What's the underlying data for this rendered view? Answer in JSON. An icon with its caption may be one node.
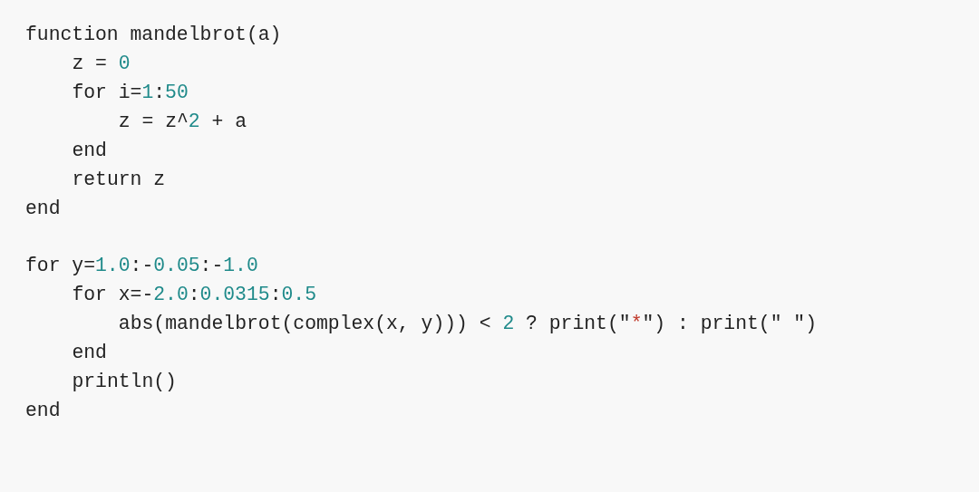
{
  "diagram": {
    "labels": [
      "function mandelbrot(a)",
      "z = 0",
      "for i=1:50",
      "z = z^2 + a",
      "end",
      "return z",
      "end",
      "for y=1.0:-0.05:-1.0",
      "for x=-2.0:0.0315:0.5",
      "abs(mandelbrot(complex(x, y))) < 2 ? print(\"*\") : print(\" \")",
      "end",
      "println()",
      "end"
    ]
  }
}
